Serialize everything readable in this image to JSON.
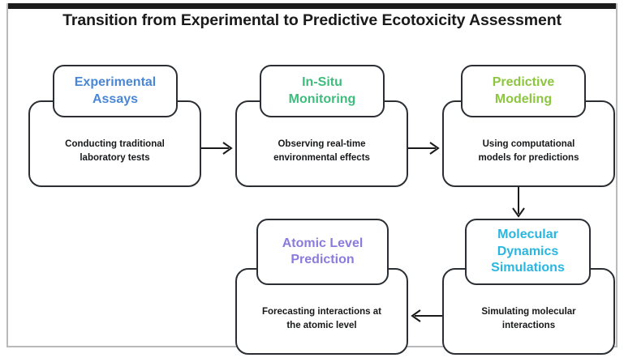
{
  "page": {
    "title": "Transition from Experimental to Predictive Ecotoxicity Assessment",
    "background_color": "#ffffff",
    "frame_bar_color": "#1c1c1c",
    "frame_border_color": "#b9b9b9"
  },
  "diagram": {
    "type": "flowchart",
    "node_border_color": "#2b2f33",
    "connector_color": "#1a1a1a",
    "body_text_color": "#17181a",
    "nodes": [
      {
        "id": "experimental-assays",
        "title": "Experimental Assays",
        "title_line1": "Experimental",
        "title_line2": "Assays",
        "title_color": "#4a86d6",
        "body": "Conducting traditional laboratory tests",
        "body_line1": "Conducting traditional",
        "body_line2": "laboratory tests",
        "order": 1
      },
      {
        "id": "in-situ-monitoring",
        "title": "In-Situ Monitoring",
        "title_line1": "In-Situ",
        "title_line2": "Monitoring",
        "title_color": "#3dbd7d",
        "body": "Observing real-time environmental effects",
        "body_line1": "Observing real-time",
        "body_line2": "environmental effects",
        "order": 2
      },
      {
        "id": "predictive-modeling",
        "title": "Predictive Modeling",
        "title_line1": "Predictive",
        "title_line2": "Modeling",
        "title_color": "#8cc63f",
        "body": "Using computational models for predictions",
        "body_line1": "Using computational",
        "body_line2": "models for predictions",
        "order": 3
      },
      {
        "id": "molecular-dynamics-simulations",
        "title": "Molecular Dynamics Simulations",
        "title_line1": "Molecular",
        "title_line2": "Dynamics",
        "title_line3": "Simulations",
        "title_color": "#29b6e0",
        "body": "Simulating molecular interactions",
        "body_line1": "Simulating molecular",
        "body_line2": "interactions",
        "order": 4
      },
      {
        "id": "atomic-level-prediction",
        "title": "Atomic Level Prediction",
        "title_line1": "Atomic Level",
        "title_line2": "Prediction",
        "title_color": "#8a7bdd",
        "body": "Forecasting interactions at the atomic level",
        "body_line1": "Forecasting interactions at",
        "body_line2": "the atomic level",
        "order": 5
      }
    ],
    "connectors": [
      {
        "id": "arrow-assays-to-monitoring",
        "from": "experimental-assays",
        "to": "in-situ-monitoring",
        "direction": "right"
      },
      {
        "id": "arrow-monitoring-to-modeling",
        "from": "in-situ-monitoring",
        "to": "predictive-modeling",
        "direction": "right"
      },
      {
        "id": "arrow-modeling-to-molecular",
        "from": "predictive-modeling",
        "to": "molecular-dynamics-simulations",
        "direction": "down"
      },
      {
        "id": "arrow-molecular-to-atomic",
        "from": "molecular-dynamics-simulations",
        "to": "atomic-level-prediction",
        "direction": "left"
      }
    ]
  }
}
